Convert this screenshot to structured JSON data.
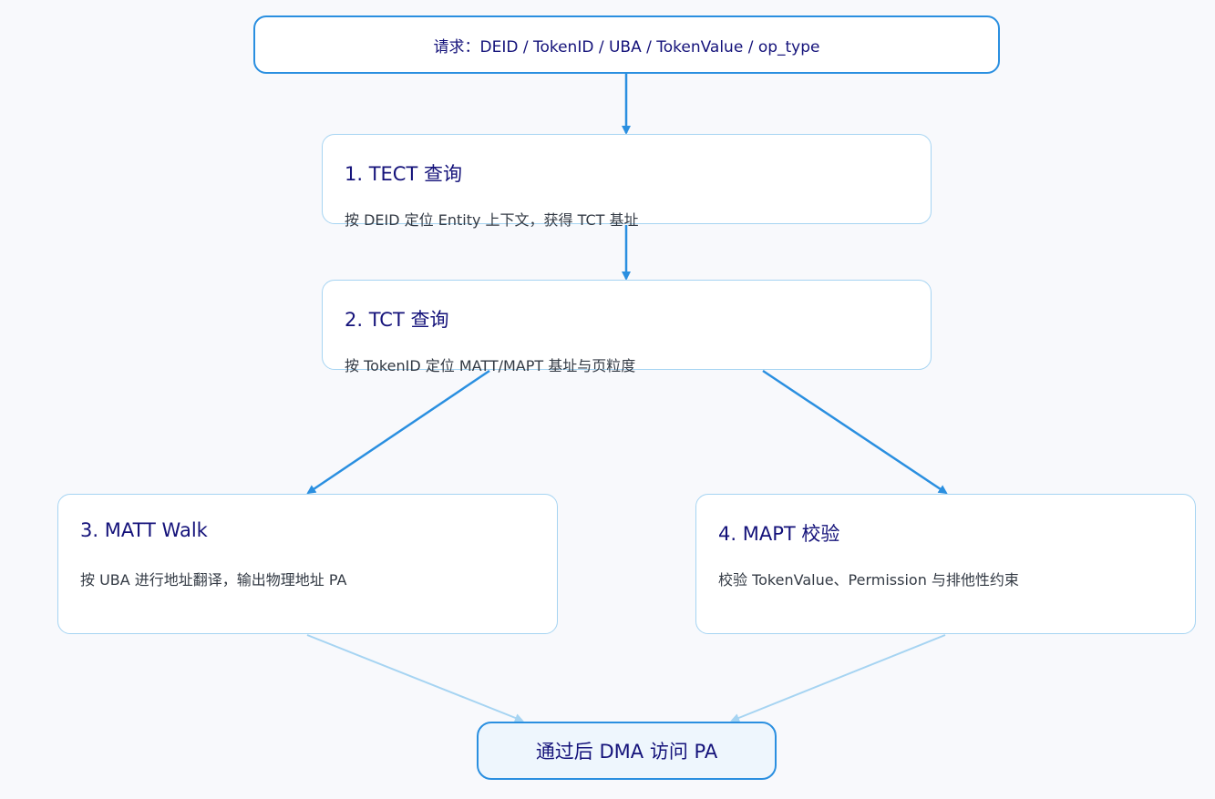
{
  "request": {
    "text": "请求：DEID / TokenID / UBA / TokenValue / op_type"
  },
  "steps": [
    {
      "title": "1. TECT 查询",
      "desc": "按 DEID 定位 Entity 上下文，获得 TCT 基址"
    },
    {
      "title": "2. TCT 查询",
      "desc": "按 TokenID 定位 MATT/MAPT 基址与页粒度"
    },
    {
      "title": "3. MATT Walk",
      "desc": "按 UBA 进行地址翻译，输出物理地址 PA"
    },
    {
      "title": "4. MAPT 校验",
      "desc": "校验 TokenValue、Permission 与排他性约束"
    }
  ],
  "result": {
    "text": "通过后 DMA 访问 PA"
  },
  "colors": {
    "arrow_primary": "#2a8fe0",
    "arrow_light": "#a6d4f2",
    "box_border": "#a6d4f2",
    "title_text": "#14127a"
  }
}
